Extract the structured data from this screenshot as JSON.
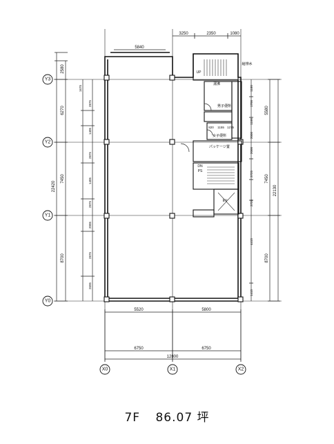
{
  "caption": {
    "floor": "7F",
    "area": "86.07 坪"
  },
  "grid_axes": {
    "rows": [
      "Y3",
      "Y2",
      "Y1",
      "Y0"
    ],
    "columns": [
      "X0",
      "X1",
      "X2"
    ]
  },
  "dimensions": {
    "top": [
      "3250",
      "2350",
      "1080"
    ],
    "top_small": "5840",
    "left_outer_total": "22420",
    "left_outer": [
      "2580",
      "6270",
      "7450",
      "8700"
    ],
    "left_inner": [
      "1675",
      "2875",
      "1405",
      "2875",
      "1405",
      "2875",
      "2005",
      "2875",
      "2695"
    ],
    "right_outer_total": "22130",
    "right_outer": [
      "5580",
      "7450",
      "8700"
    ],
    "right_inner": [
      "1180",
      "1700",
      "1100",
      "2000",
      "2000",
      "2725",
      "2725",
      "4415",
      "1415"
    ],
    "bottom_inner": [
      "5520",
      "5800"
    ],
    "bottom_half": [
      "6750",
      "6750"
    ],
    "bottom_total": "12800",
    "core_small": [
      "820",
      "1155",
      "1275"
    ]
  },
  "rooms": {
    "ev": "EV",
    "package": "パッケージ置",
    "mens_wc": "男子便所",
    "womens_wc": "女子便所",
    "shaft": "PS",
    "kitchen": "湯沸",
    "stair_up": "UP",
    "stair_dn": "DN",
    "note": "給排水"
  }
}
